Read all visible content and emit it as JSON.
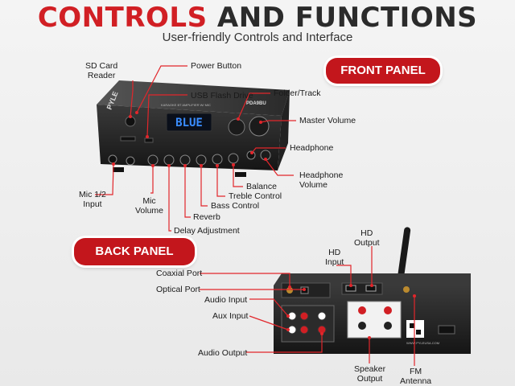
{
  "header": {
    "title_red": "CONTROLS",
    "title_dark": "AND FUNCTIONS",
    "subtitle": "User-friendly Controls and Interface"
  },
  "badges": {
    "front": "FRONT PANEL",
    "back": "BACK PANEL"
  },
  "front_labels": {
    "sd_card": "SD Card\nReader",
    "power_button": "Power Button",
    "usb": "USB Flash Drive",
    "folder_track": "Folder/Track",
    "master_volume": "Master Volume",
    "headphone": "Headphone",
    "headphone_volume": "Headphone\nVolume",
    "balance": "Balance",
    "treble": "Treble Control",
    "bass": "Bass Control",
    "reverb": "Reverb",
    "delay": "Delay Adjustment",
    "mic_volume": "Mic\nVolume",
    "mic_input": "Mic 1/2\nInput"
  },
  "device_text": {
    "brand": "PYLE",
    "display": "BLUE",
    "model": "PDA9BU",
    "front_caption": "KARAOKE BT AMPLIFIER W/ MIC",
    "back_caption": "WWW.PYLEUSA.COM"
  },
  "back_labels": {
    "hd_output": "HD\nOutput",
    "hd_input": "HD\nInput",
    "coaxial": "Coaxial Port",
    "optical": "Optical Port",
    "audio_input": "Audio Input",
    "aux_input": "Aux Input",
    "audio_output": "Audio Output",
    "speaker_output": "Speaker\nOutput",
    "fm_antenna": "FM\nAntenna"
  },
  "colors": {
    "accent": "#c3161c",
    "display_blue": "#3a8dff",
    "leader": "#e2262b"
  }
}
